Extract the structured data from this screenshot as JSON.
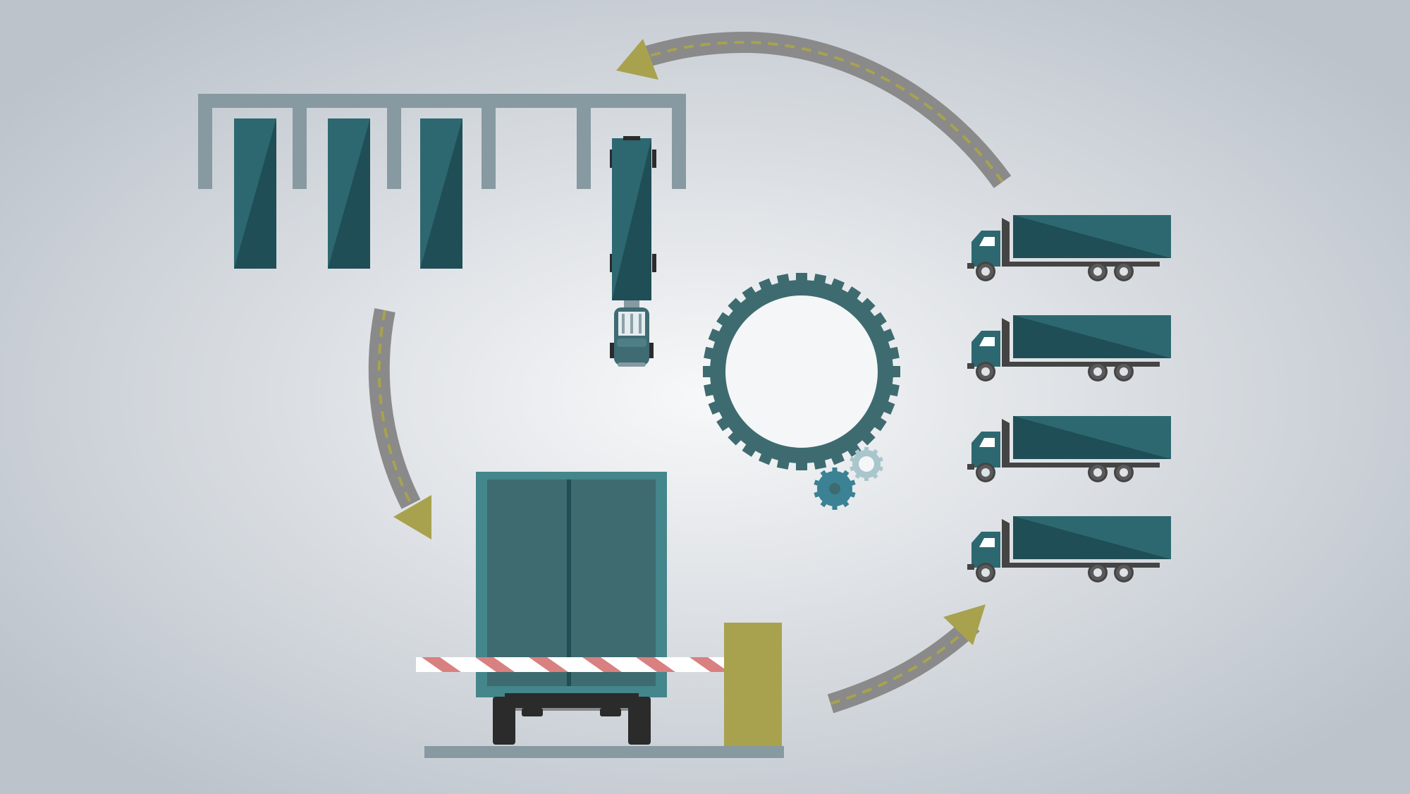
{
  "colors": {
    "background_center": "#f7f8f9",
    "background_edge": "#bcc3cb",
    "road": "#8a8a8a",
    "road_dash": "#a8a24f",
    "arrow_head": "#a8a24f",
    "teal_dark": "#1f4e56",
    "teal_mid": "#2d6870",
    "teal_light": "#43868b",
    "rack_gray": "#8799a1",
    "gear_dark": "#3e6b70",
    "gear_blue": "#3a8294",
    "gear_light": "#a8c6cc",
    "barrier_red": "#d98080",
    "booth_olive": "#a8a24f",
    "tire": "#2b2b2b",
    "truck_chassis": "#444444"
  },
  "icons": {
    "parking_rack": "parking-rack-icon",
    "parked_trailer": "trailer-icon",
    "top_view_truck": "truck-top-view-icon",
    "big_gear": "gear-icon",
    "small_gear": "small-gear-icon",
    "side_truck": "truck-icon",
    "gate_truck": "truck-rear-view-icon",
    "barrier": "boom-barrier-icon",
    "booth": "gate-booth-icon",
    "flow_arrow": "curved-road-arrow-icon"
  },
  "scene": {
    "parked_trailer_count": 3,
    "fleet_truck_count": 4,
    "flow_arrow_count": 3
  }
}
